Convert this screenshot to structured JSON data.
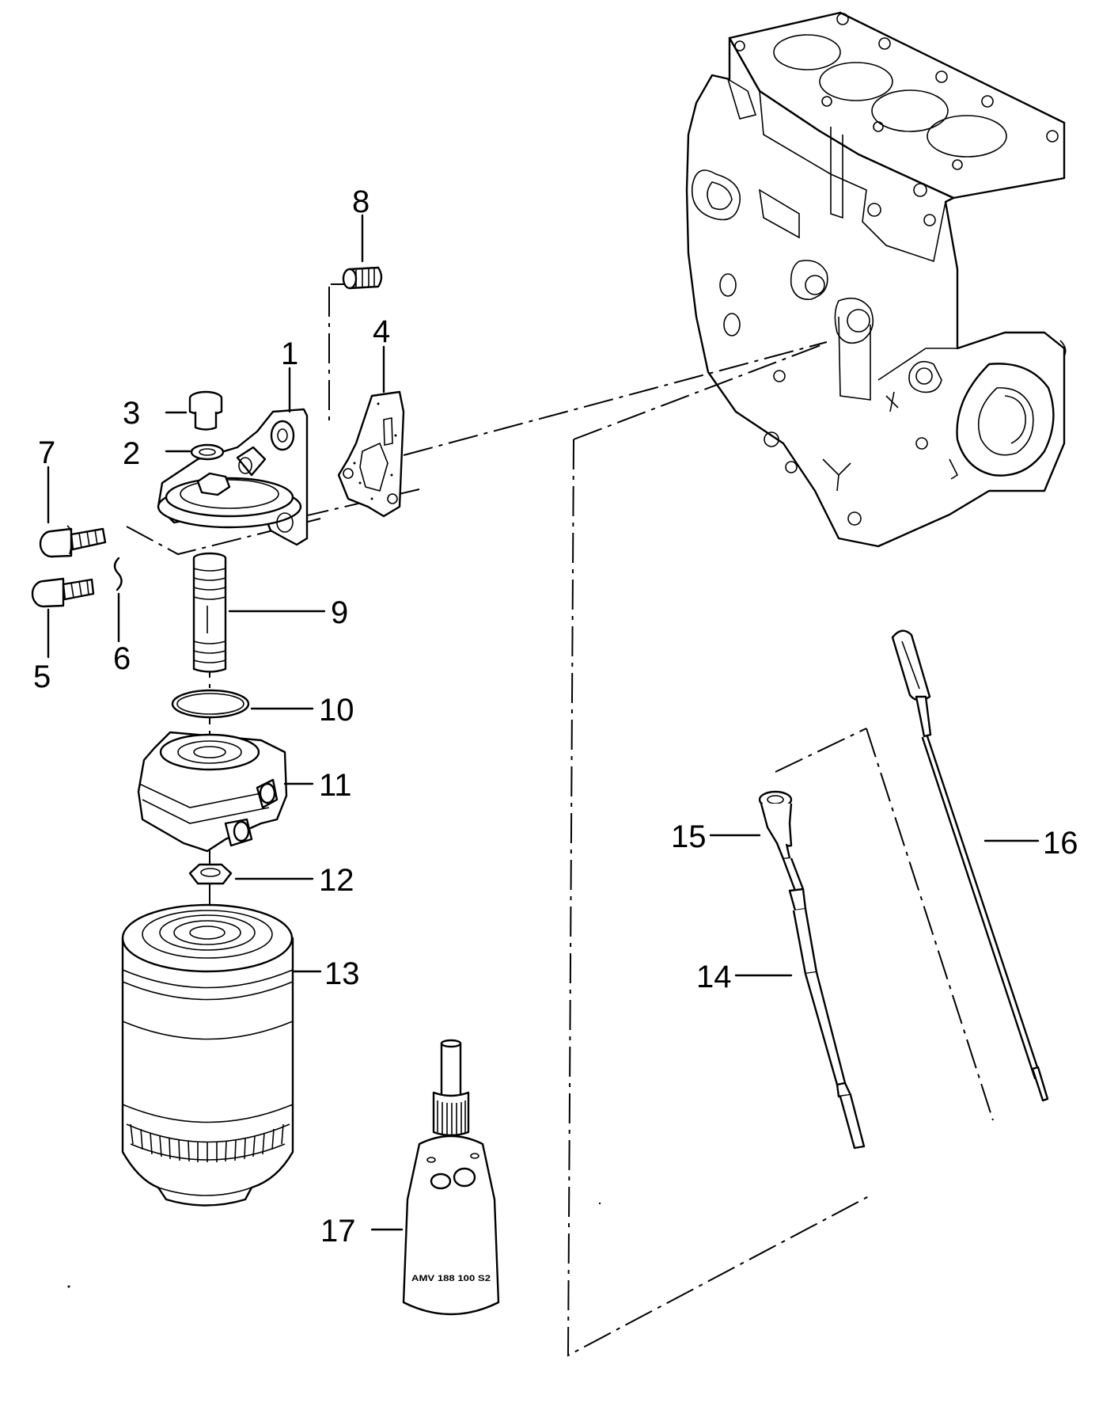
{
  "diagram": {
    "callouts": [
      {
        "id": "1",
        "text": "1"
      },
      {
        "id": "2",
        "text": "2"
      },
      {
        "id": "3",
        "text": "3"
      },
      {
        "id": "4",
        "text": "4"
      },
      {
        "id": "5",
        "text": "5"
      },
      {
        "id": "6",
        "text": "6"
      },
      {
        "id": "7",
        "text": "7"
      },
      {
        "id": "8",
        "text": "8"
      },
      {
        "id": "9",
        "text": "9"
      },
      {
        "id": "10",
        "text": "10"
      },
      {
        "id": "11",
        "text": "11"
      },
      {
        "id": "12",
        "text": "12"
      },
      {
        "id": "13",
        "text": "13"
      },
      {
        "id": "14",
        "text": "14"
      },
      {
        "id": "15",
        "text": "15"
      },
      {
        "id": "16",
        "text": "16"
      },
      {
        "id": "17",
        "text": "17"
      }
    ],
    "bottle_label": "AMV 188 100 S2"
  }
}
